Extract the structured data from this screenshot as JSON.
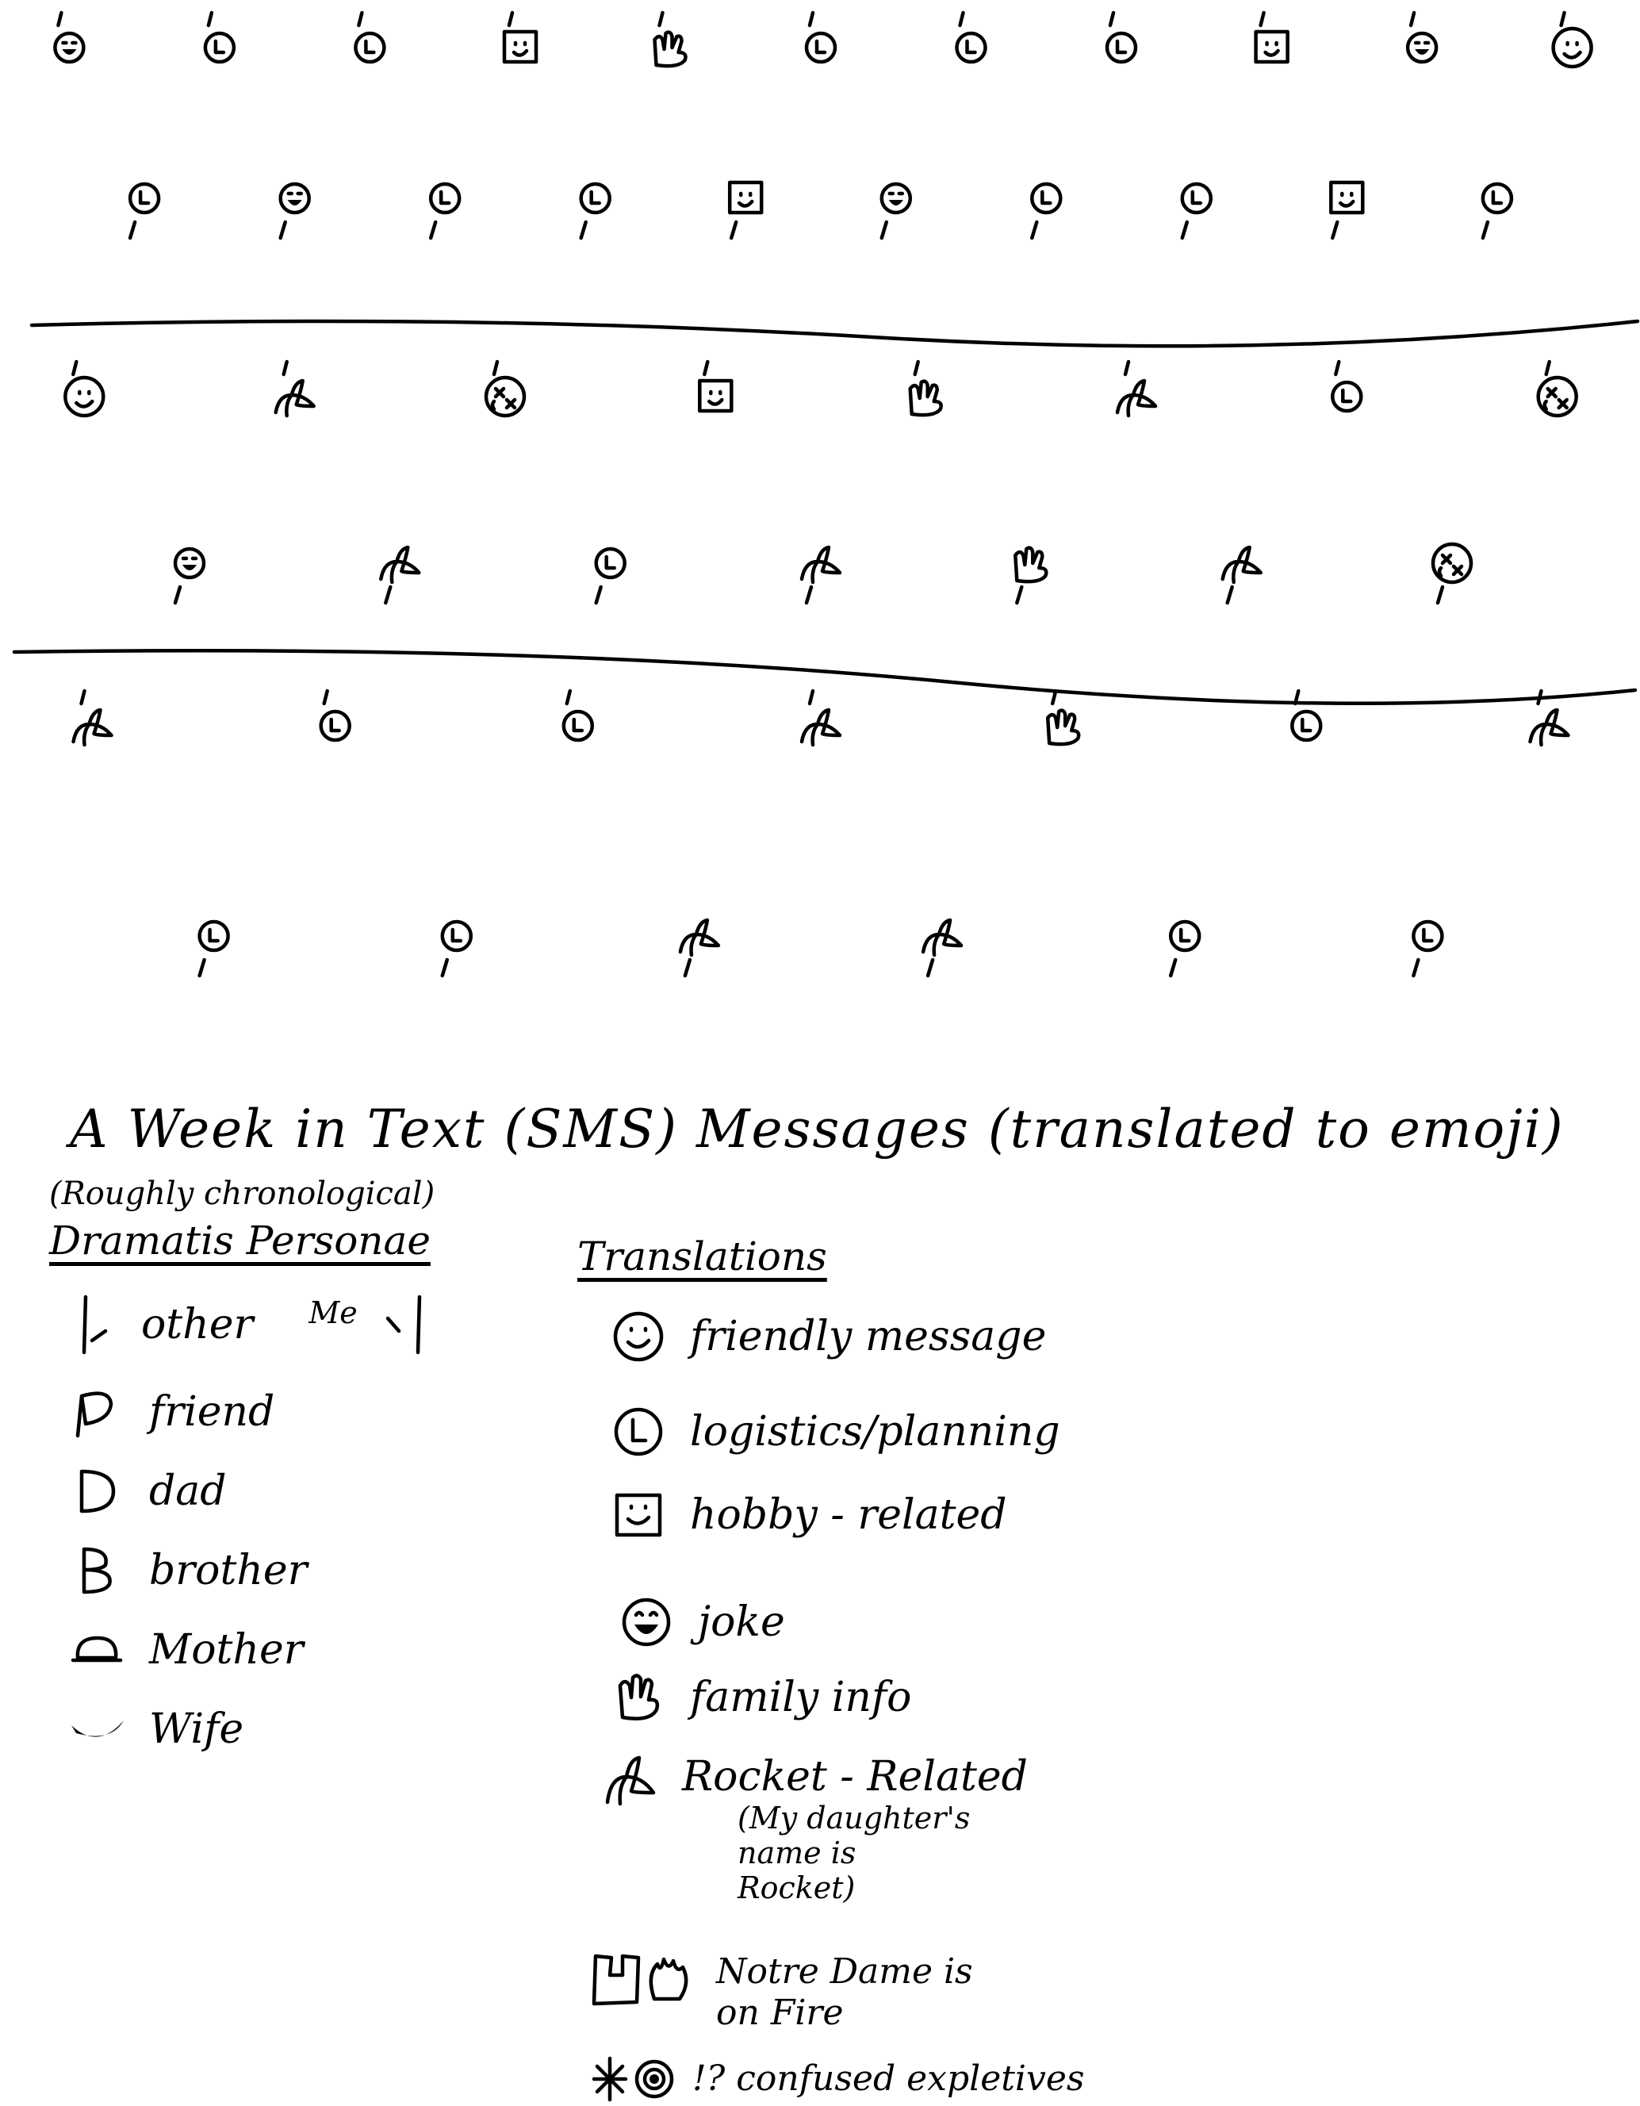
{
  "title": "A Week in Text (SMS) Messages (translated to emoji)",
  "subtitle": "(Roughly chronological)",
  "dramatis_personae": {
    "heading": "Dramatis Personae",
    "direction_legend": {
      "other_label": "other",
      "me_label": "Me"
    },
    "people": [
      {
        "icon": "balloon-stroke-icon",
        "label": "friend"
      },
      {
        "icon": "letter-d-icon",
        "label": "dad"
      },
      {
        "icon": "letter-b-icon",
        "label": "brother"
      },
      {
        "icon": "mother-glyph-icon",
        "label": "Mother"
      },
      {
        "icon": "wife-glyph-icon",
        "label": "Wife"
      }
    ]
  },
  "translations": {
    "heading": "Translations",
    "items": [
      {
        "icon": "smiley-face-icon",
        "label": "friendly message"
      },
      {
        "icon": "circled-l-icon",
        "label": "logistics/planning"
      },
      {
        "icon": "square-smiley-icon",
        "label": "hobby - related"
      },
      {
        "icon": "laughing-face-icon",
        "label": "joke"
      },
      {
        "icon": "hand-icon",
        "label": "family info"
      },
      {
        "icon": "rocket-icon",
        "label": "Rocket - Related",
        "note": "(My daughter's\nname is\nRocket)"
      },
      {
        "icon": "cathedral-fire-icon",
        "label": "Notre Dame is\non Fire"
      },
      {
        "icon": "confused-face-icon",
        "label": "!? confused expletives"
      }
    ]
  },
  "timeline_rows": [
    {
      "messages": [
        "joke",
        "logistics",
        "logistics",
        "joke",
        "logistics",
        "logistics",
        "hobby",
        "logistics",
        "family",
        "hobby",
        "logistics",
        "joke",
        "logistics",
        "logistics",
        "logistics",
        "logistics",
        "hobby",
        "hobby",
        "joke",
        "logistics",
        "friendly"
      ]
    },
    {
      "messages": [
        "friendly",
        "joke",
        "rocket",
        "rocket",
        "confused",
        "logistics",
        "hobby",
        "rocket",
        "family",
        "family",
        "rocket",
        "rocket",
        "logistics",
        "confused",
        "confused"
      ]
    },
    {
      "messages": [
        "rocket",
        "logistics",
        "logistics",
        "logistics",
        "logistics",
        "rocket",
        "rocket",
        "rocket",
        "family",
        "logistics",
        "logistics",
        "logistics",
        "rocket"
      ]
    }
  ],
  "colors": {
    "ink": "#000000",
    "paper": "#ffffff"
  }
}
